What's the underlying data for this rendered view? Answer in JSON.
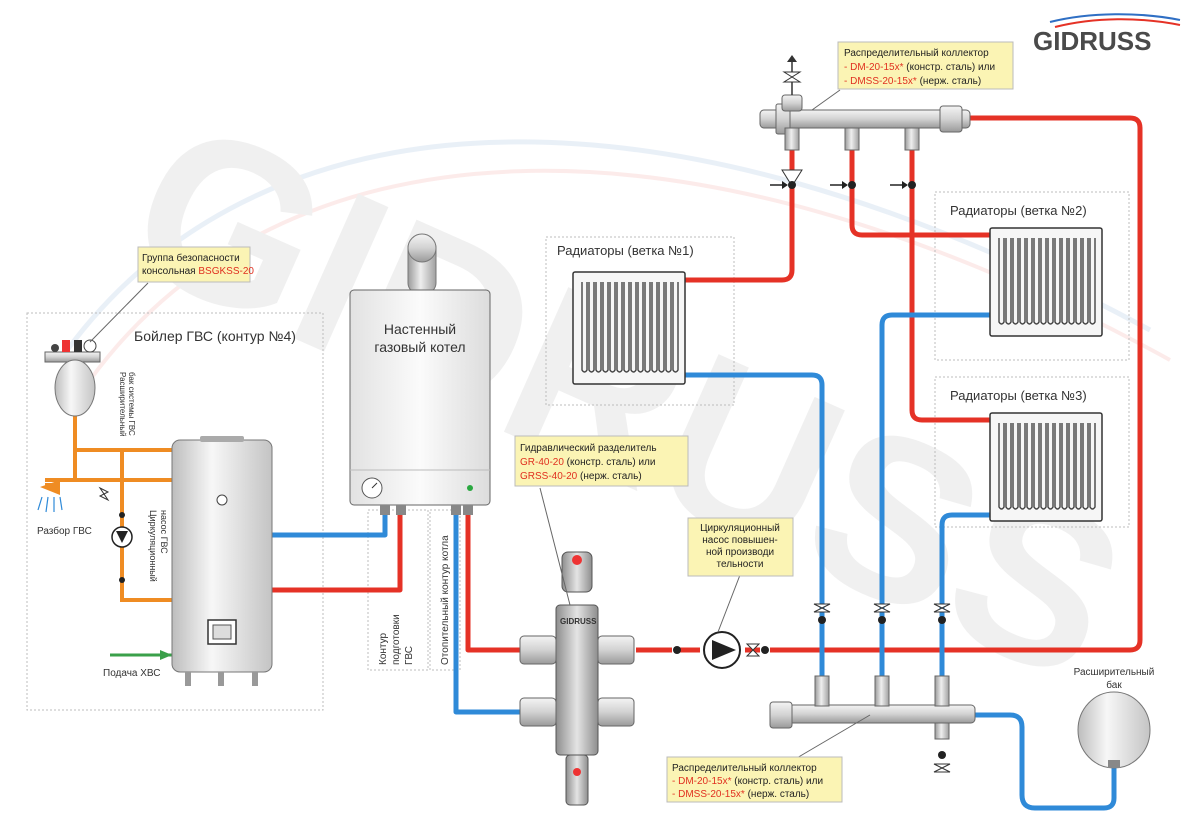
{
  "brand": {
    "name": "GIDRUSS",
    "watermark": "GIDRUSS"
  },
  "colors": {
    "hot": "#e53226",
    "cold": "#2f8ad8",
    "dhw": "#ef8c23",
    "cold_water": "#3aa04a",
    "note_bg": "#fbf4b4",
    "accent_text": "#e03020"
  },
  "notes": {
    "manifold_top": {
      "title": "Распределительный коллектор",
      "line1": "- DM-20-15x*",
      "line1_tail": " (констр. сталь) или",
      "line2": "- DMSS-20-15x*",
      "line2_tail": " (нерж. сталь)"
    },
    "safety_group": {
      "line1": "Группа безопасности",
      "line2_pre": "консольная ",
      "line2_code": "BSGKSS-20"
    },
    "separator": {
      "title": "Гидравлический разделитель",
      "line1_code": "GR-40-20",
      "line1_tail": " (констр. сталь) или",
      "line2_code": "GRSS-40-20",
      "line2_tail": " (нерж. сталь)"
    },
    "pump": {
      "line1": "Циркуляционный",
      "line2": "насос повышен-",
      "line3": "ной производи",
      "line4": "тельности"
    },
    "manifold_bottom": {
      "title": "Распределительный коллектор",
      "line1": "- DM-20-15x*",
      "line1_tail": " (констр. сталь) или",
      "line2": "- DMSS-20-15x*",
      "line2_tail": " (нерж. сталь)"
    }
  },
  "labels": {
    "boiler_title": "Бойлер ГВС (контур №4)",
    "gas_boiler_1": "Настенный",
    "gas_boiler_2": "газовый котел",
    "radiators_1": "Радиаторы (ветка №1)",
    "radiators_2": "Радиаторы (ветка №2)",
    "radiators_3": "Радиаторы (ветка №3)",
    "expansion_1": "Расширительный",
    "expansion_2": "бак",
    "dhw_tap": "Разбор ГВС",
    "cold_supply": "Подача ХВС",
    "dhw_tank_1": "Расширительный",
    "dhw_tank_2": "бак системы ГВС",
    "circ_pump_1": "Циркуляционный",
    "circ_pump_2": "насос ГВС",
    "dhw_circuit_1": "Контур",
    "dhw_circuit_2": "подготовки",
    "dhw_circuit_3": "ГВС",
    "heating_circuit": "Отопительный контур котла",
    "separator_brand": "GIDRUSS"
  }
}
